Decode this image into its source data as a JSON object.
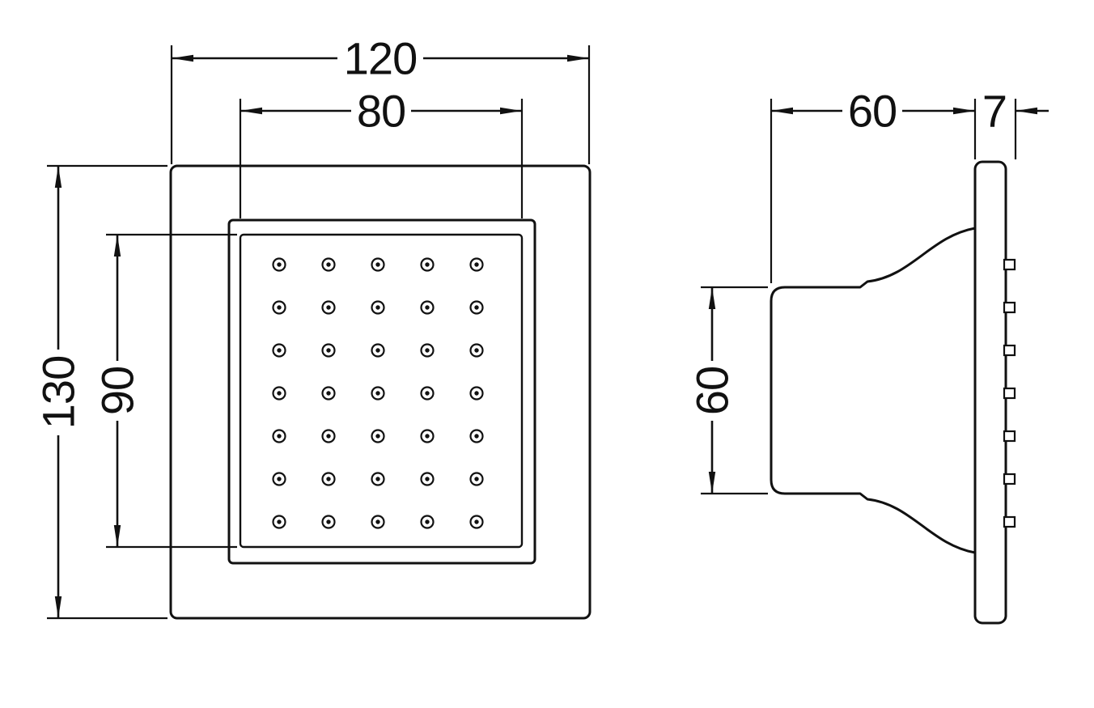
{
  "front_view": {
    "dimensions": {
      "overall_width": "120",
      "face_width": "80",
      "overall_height": "130",
      "face_height": "90"
    },
    "nozzle_grid": {
      "rows": 7,
      "cols": 5
    }
  },
  "side_view": {
    "dimensions": {
      "depth": "60",
      "plate_thickness": "7",
      "base_height": "60"
    },
    "nozzle_rows": 7
  },
  "colors": {
    "line": "#111111",
    "background": "#ffffff"
  }
}
